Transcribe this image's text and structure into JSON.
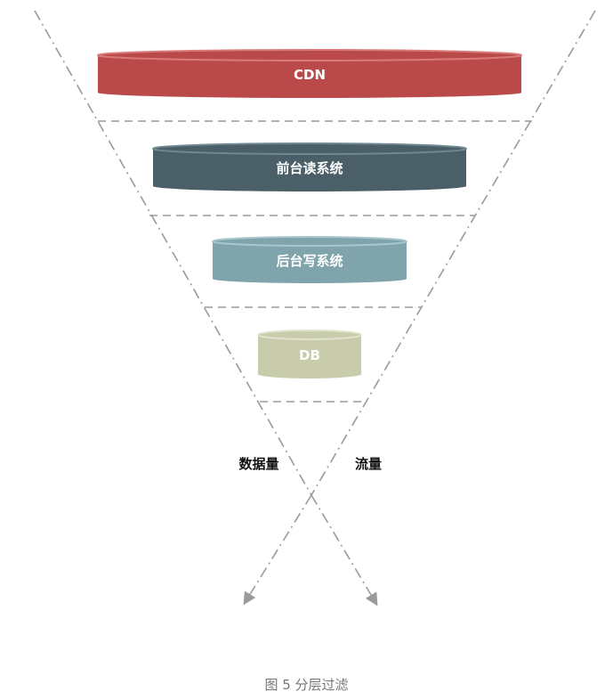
{
  "layers": [
    {
      "label": "CDN",
      "color": "#b94a49",
      "top_color": "#d97a78"
    },
    {
      "label": "前台读系统",
      "color": "#4a5f67",
      "top_color": "#6f8790"
    },
    {
      "label": "后台写系统",
      "color": "#7fa4ab",
      "top_color": "#a8c6cb"
    },
    {
      "label": "DB",
      "color": "#c9ccab",
      "top_color": "#e0e2cc"
    }
  ],
  "axis_labels": {
    "left": "数据量",
    "right": "流量"
  },
  "caption": "图 5 分层过滤",
  "colors": {
    "guide_line": "#9a9a9a",
    "label_text": "#111111",
    "caption_text": "#777777"
  }
}
